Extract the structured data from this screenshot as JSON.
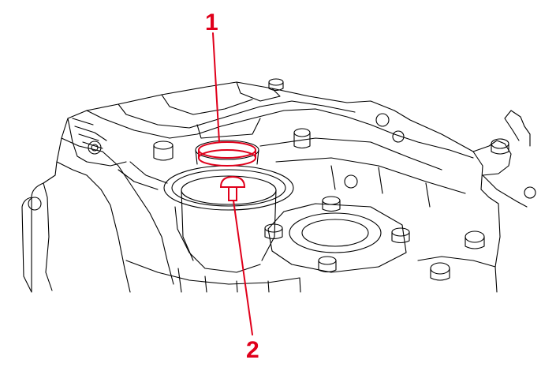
{
  "callouts": [
    {
      "label": "1",
      "target": "seal-ring"
    },
    {
      "label": "2",
      "target": "plug"
    }
  ],
  "colors": {
    "line_art": "#000000",
    "callout": "#e0001b",
    "background": "#ffffff"
  }
}
